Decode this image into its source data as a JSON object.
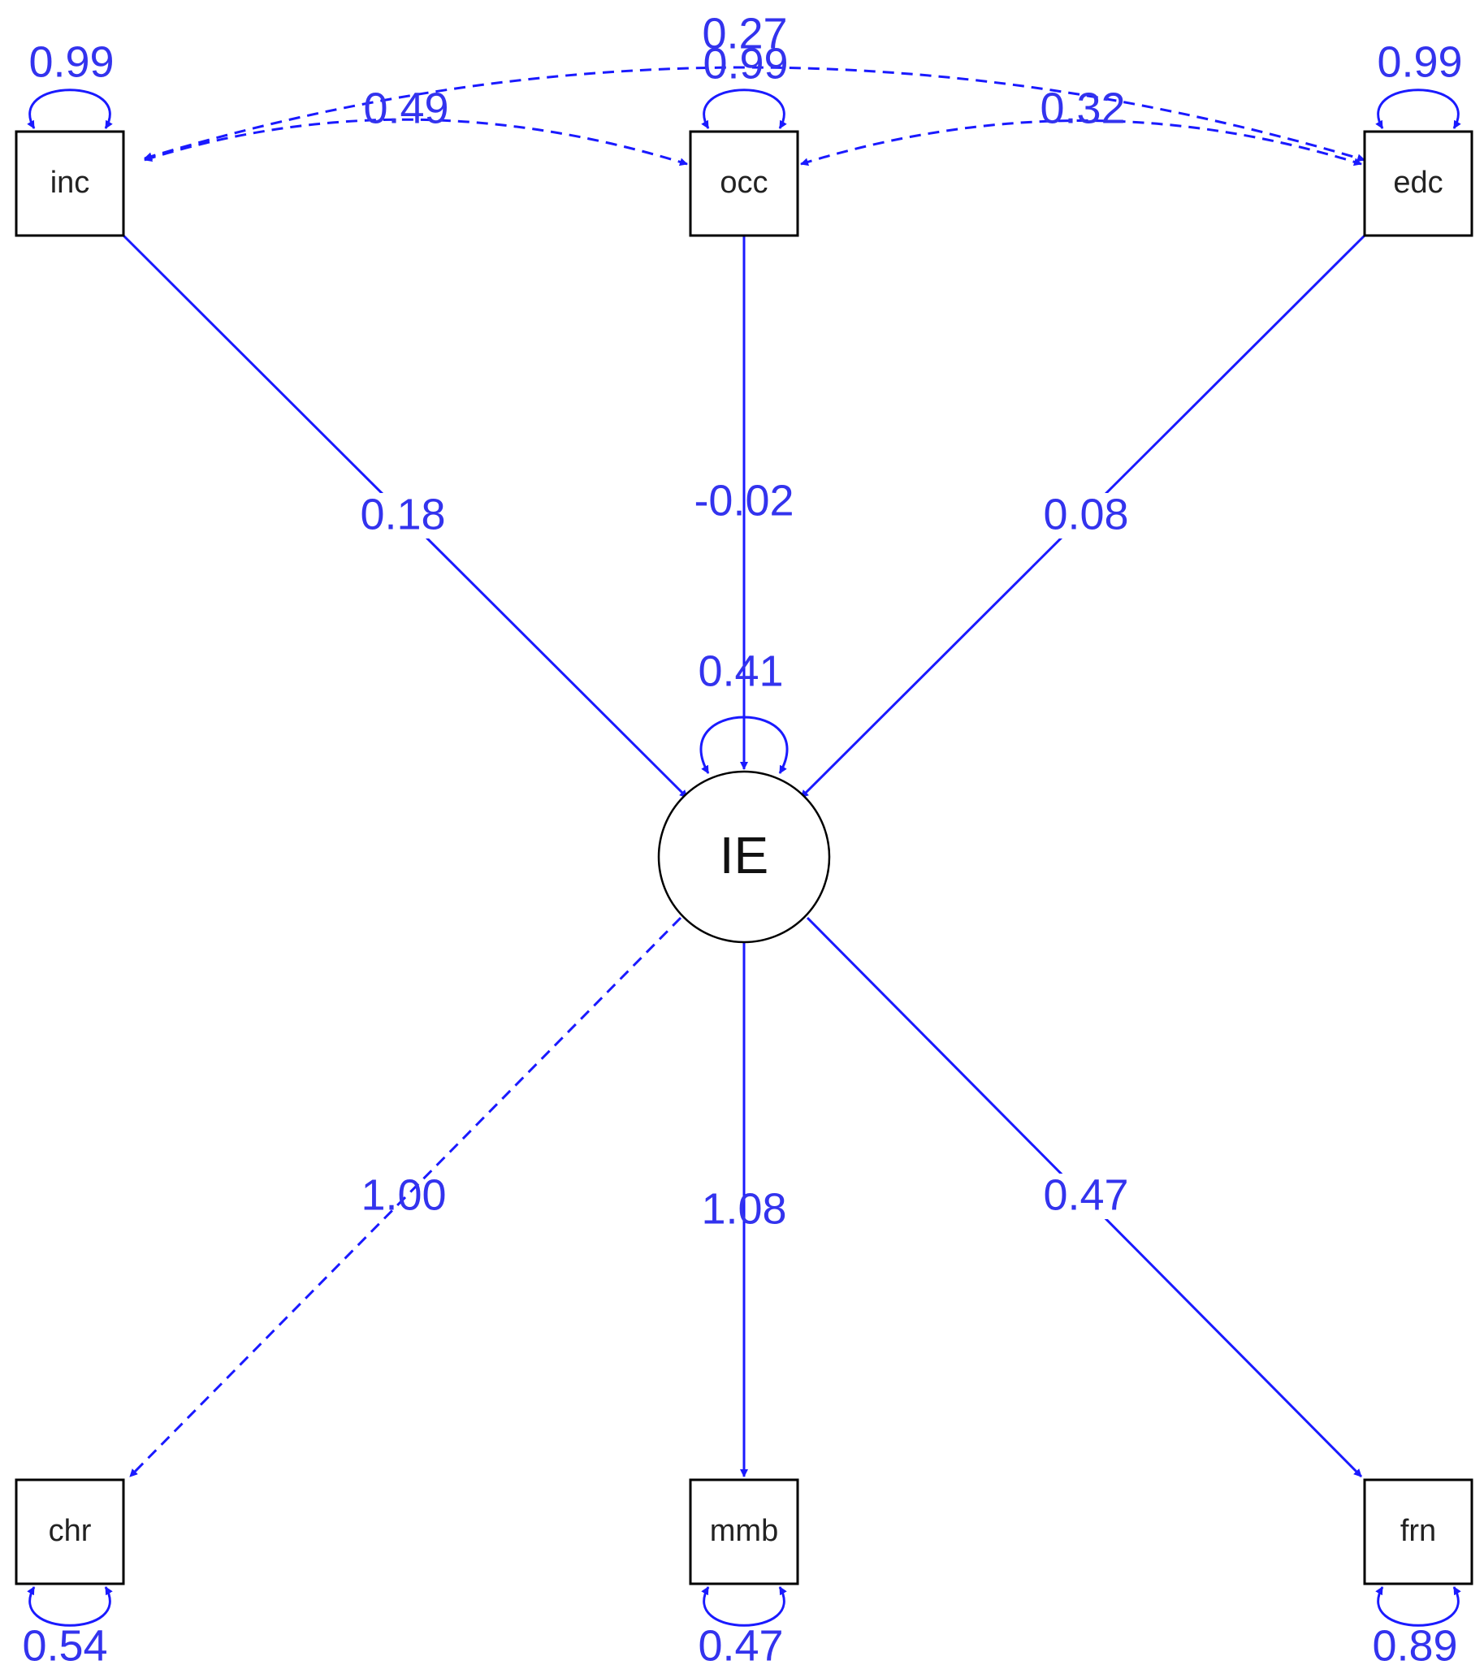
{
  "colors": {
    "edge": "#1a1aff",
    "label": "#3333ee",
    "node_stroke": "#000000"
  },
  "nodes": {
    "inc": "inc",
    "occ": "occ",
    "edc": "edc",
    "ie": "IE",
    "chr": "chr",
    "mmb": "mmb",
    "frn": "frn"
  },
  "variances": {
    "inc": "0.99",
    "occ": "0.99",
    "edc": "0.99",
    "ie": "0.41",
    "chr": "0.54",
    "mmb": "0.47",
    "frn": "0.89"
  },
  "covariances": {
    "inc_occ": "0.49",
    "occ_edc": "0.32",
    "inc_edc": "0.27"
  },
  "paths": {
    "inc_ie": "0.18",
    "occ_ie": "-0.02",
    "edc_ie": "0.08",
    "ie_chr": "1.00",
    "ie_mmb": "1.08",
    "ie_frn": "0.47"
  }
}
